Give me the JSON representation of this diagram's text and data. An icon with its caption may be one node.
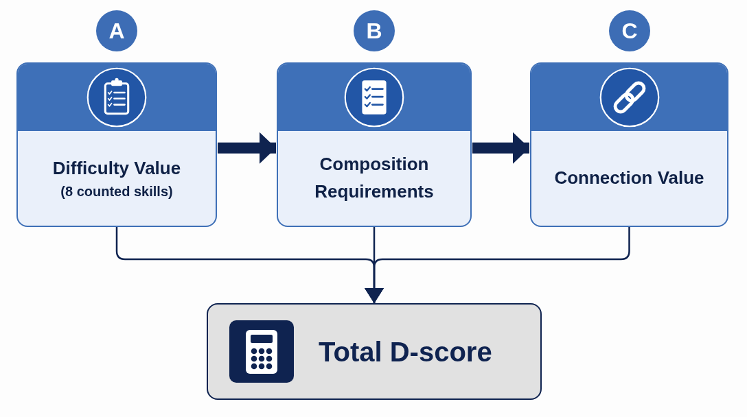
{
  "diagram": {
    "nodes": [
      {
        "text": [
          "A"
        ]
      },
      {
        "text": [
          "B"
        ]
      },
      {
        "text": [
          "C"
        ]
      },
      {
        "text": [
          "Difficulty Value",
          "(8 counted skills)"
        ]
      },
      {
        "text": [
          "Composition Requirements"
        ]
      },
      {
        "text": [
          "Connection Value"
        ]
      },
      {
        "text": [
          "Total D-score"
        ]
      }
    ],
    "edges": [
      {
        "from": 3,
        "to": 4,
        "arrow": "to",
        "style": "thick"
      },
      {
        "from": 4,
        "to": 5,
        "arrow": "to",
        "style": "thick"
      },
      {
        "from": 3,
        "to": 6,
        "arrow": "to"
      },
      {
        "from": 4,
        "to": 6,
        "arrow": "to"
      },
      {
        "from": 5,
        "to": 6,
        "arrow": "to"
      }
    ]
  }
}
